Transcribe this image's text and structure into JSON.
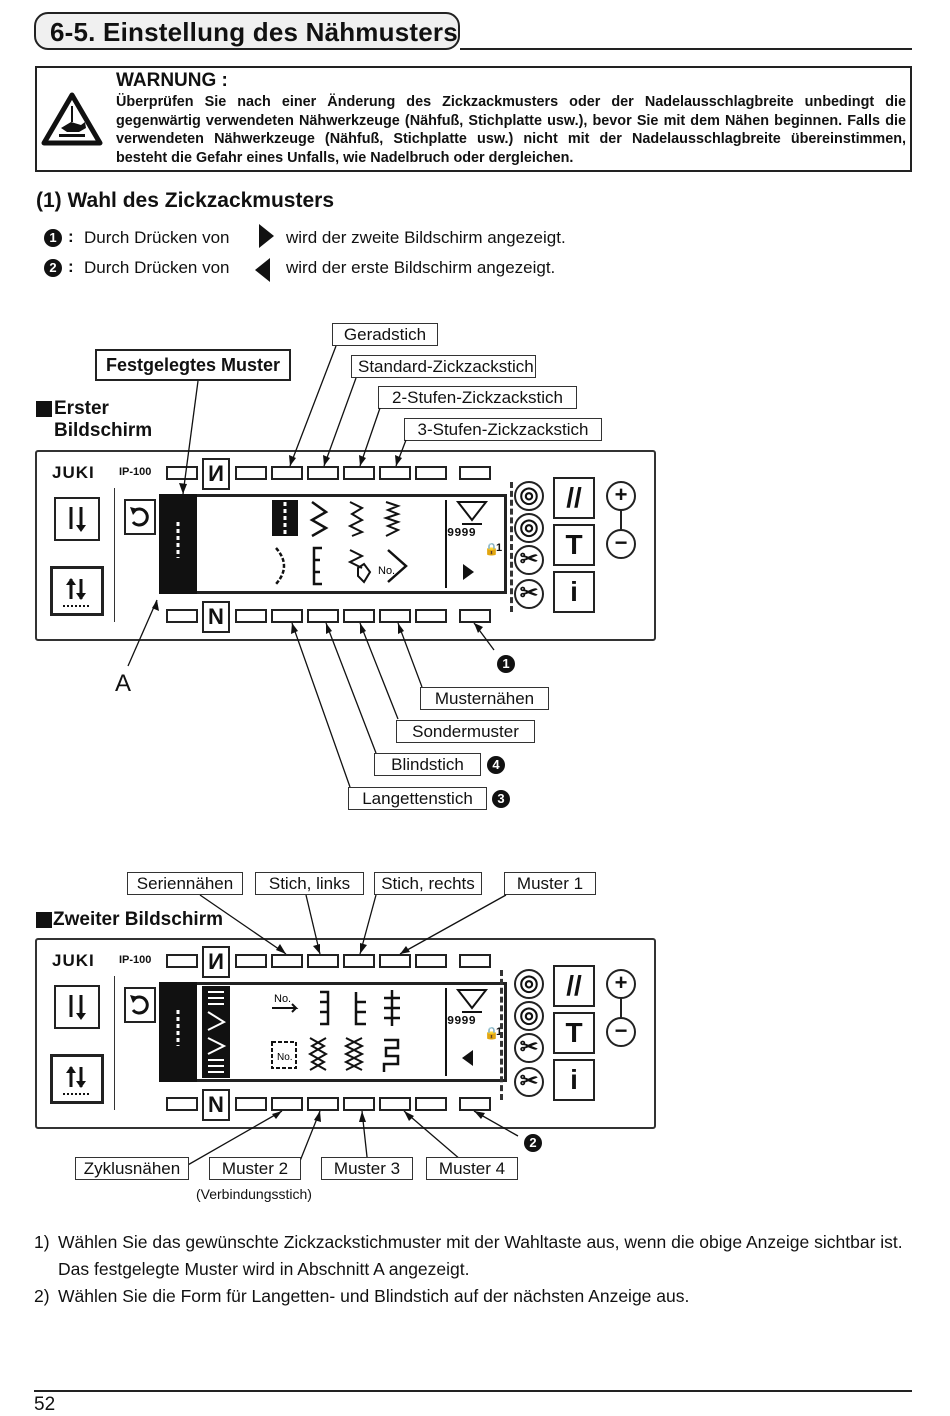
{
  "header": {
    "title": "6-5. Einstellung des Nähmusters"
  },
  "warning": {
    "title": "WARNUNG :",
    "text": "Überprüfen Sie nach einer Änderung des Zickzackmusters oder der Nadelausschlagbreite unbedingt die gegenwärtig verwendeten Nähwerkzeuge (Nähfuß, Stichplatte usw.), bevor Sie mit dem Nähen beginnen. Falls die verwendeten Nähwerkzeuge (Nähfuß, Stichplatte usw.) nicht mit der Nadelausschlagbreite übereinstimmen, besteht die Gefahr eines Unfalls, wie Nadelbruch oder dergleichen."
  },
  "section1": {
    "title": "(1) Wahl des Zickzackmusters",
    "steps": [
      {
        "num": "1",
        "colon": ":",
        "before": "Durch Drücken von",
        "after": "wird der zweite Bildschirm angezeigt."
      },
      {
        "num": "2",
        "colon": ":",
        "before": "Durch Drücken von",
        "after": "wird der erste Bildschirm angezeigt."
      }
    ]
  },
  "screen1": {
    "heading_line1": "Erster",
    "heading_line2": "Bildschirm",
    "fixed_pattern": "Festgelegtes Muster",
    "top_labels": [
      "Geradstich",
      "Standard-Zickzackstich",
      "2-Stufen-Zickzackstich",
      "3-Stufen-Zickzackstich"
    ],
    "bottom_labels": [
      "Musternähen",
      "Sondermuster",
      "Blindstich",
      "Langettenstich"
    ],
    "badge_blind": "4",
    "badge_langette": "3",
    "badge_arrow": "1",
    "marker_a": "A",
    "counter": "9999",
    "lock": "1",
    "logo": "JUKI",
    "model": "IP-100"
  },
  "screen2": {
    "heading": "Zweiter Bildschirm",
    "top_labels": [
      "Seriennähen",
      "Stich, links",
      "Stich, rechts",
      "Muster 1"
    ],
    "bottom_labels": [
      "Zyklusnähen",
      "Muster 2",
      "Muster 3",
      "Muster 4"
    ],
    "note": "(Verbindungsstich)",
    "badge_arrow": "2",
    "counter": "9999",
    "lock": "1",
    "logo": "JUKI",
    "model": "IP-100"
  },
  "footer_notes": [
    {
      "n": "1)",
      "text": "Wählen Sie das gewünschte Zickzackstichmuster mit der Wahltaste aus, wenn die obige Anzeige sichtbar ist. Das festgelegte Muster wird in Abschnitt A angezeigt."
    },
    {
      "n": "2)",
      "text": "Wählen Sie die Form für Langetten- und Blindstich auf der nächsten Anzeige aus."
    }
  ],
  "page_number": "52"
}
